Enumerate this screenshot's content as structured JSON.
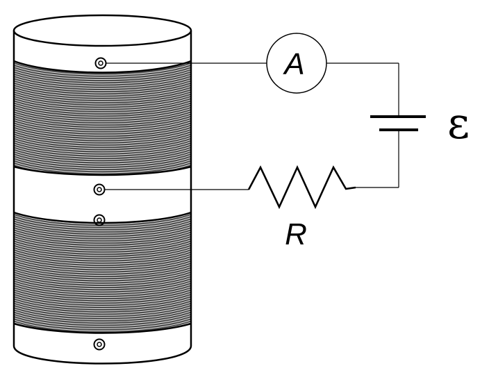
{
  "diagram": {
    "ammeter_label": "A",
    "resistor_label": "R",
    "emf_label": "ε"
  },
  "colors": {
    "ink": "#000000",
    "background": "#ffffff"
  },
  "icons": {
    "ammeter": "circle-with-letter",
    "battery": "two-parallel-plates",
    "resistor": "zigzag",
    "terminal": "double-ring-dot"
  }
}
